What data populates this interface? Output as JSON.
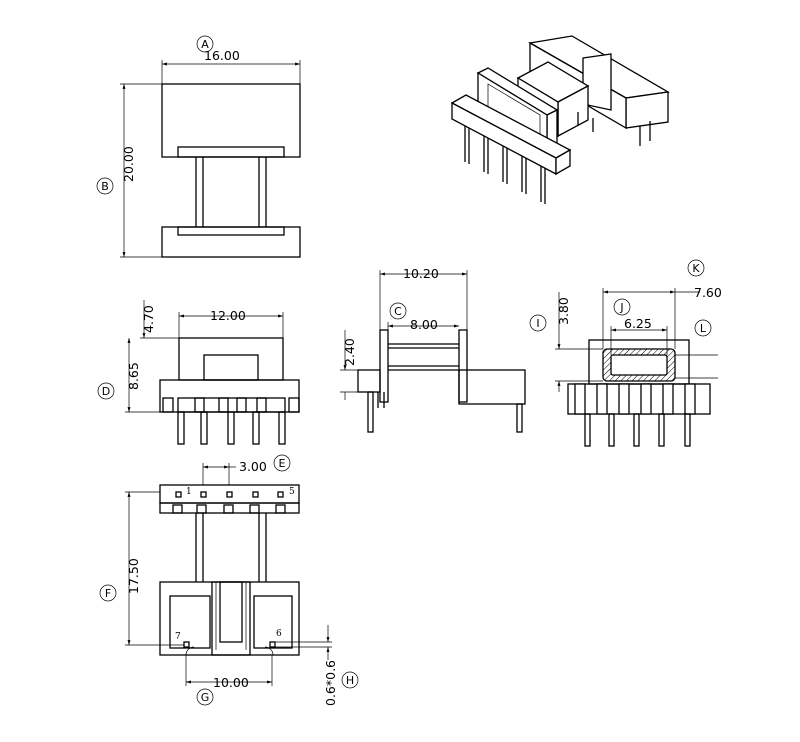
{
  "dimensions": {
    "a_width": "16.00",
    "b_height": "20.00",
    "height_4_70": "4.70",
    "height_8_65": "8.65",
    "width_12_00": "12.00",
    "length_10_20": "10.20",
    "length_8_00": "8.00",
    "height_2_40": "2.40",
    "height_3_80": "3.80",
    "width_7_60": "7.60",
    "width_6_25": "6.25",
    "pitch_3_00": "3.00",
    "length_17_50": "17.50",
    "span_10_00": "10.00",
    "pin_size": "0.6*0.6"
  },
  "callouts": [
    "A",
    "B",
    "C",
    "D",
    "E",
    "F",
    "G",
    "H",
    "I",
    "J",
    "K",
    "L"
  ],
  "pins": [
    "1",
    "5",
    "6",
    "7"
  ]
}
